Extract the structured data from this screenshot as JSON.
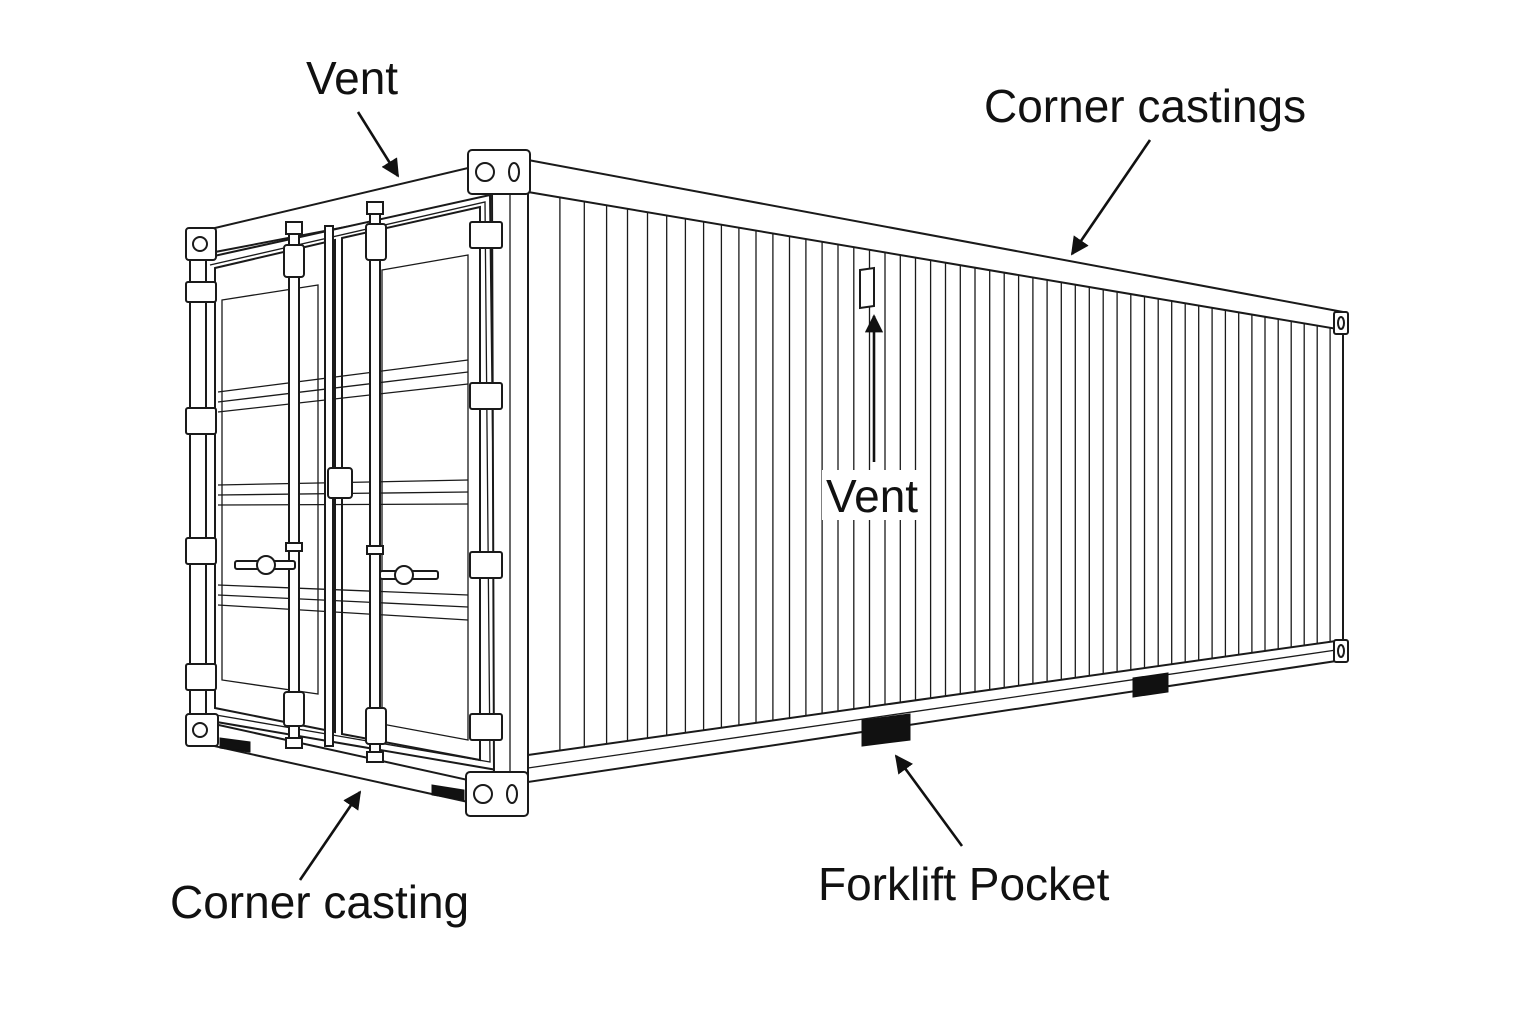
{
  "labels": {
    "vent_top": "Vent",
    "corner_castings": "Corner castings",
    "vent_side": "Vent",
    "corner_casting": "Corner casting",
    "forklift_pocket": "Forklift Pocket"
  },
  "colors": {
    "line": "#1a1a1a",
    "text": "#111111",
    "background": "#ffffff"
  }
}
